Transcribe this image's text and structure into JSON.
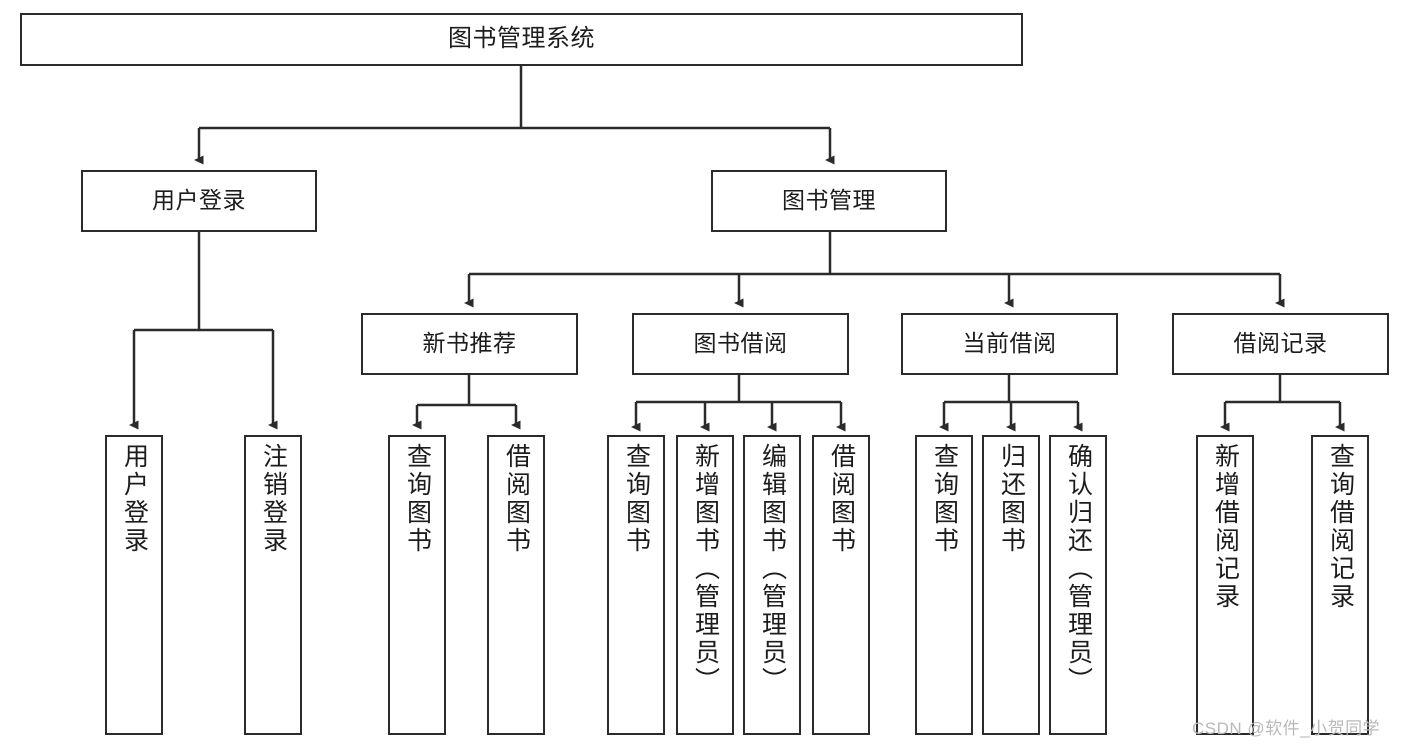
{
  "diagram": {
    "title": "图书管理系统",
    "type": "tree",
    "watermark": "CSDN @软件_小贺同学",
    "colors": {
      "stroke": "#2b2b2b",
      "fill": "#ffffff",
      "text": "#1c1c1c",
      "watermark": "#b9b9b9"
    },
    "nodes": {
      "root": {
        "label": "图书管理系统"
      },
      "level2": [
        {
          "label": "用户登录"
        },
        {
          "label": "图书管理"
        }
      ],
      "level3": [
        {
          "label": "新书推荐"
        },
        {
          "label": "图书借阅"
        },
        {
          "label": "当前借阅"
        },
        {
          "label": "借阅记录"
        }
      ],
      "leaves": {
        "user_login": [
          {
            "label": "用户登录"
          },
          {
            "label": "注销登录"
          }
        ],
        "new_book_recommend": [
          {
            "label": "查询图书"
          },
          {
            "label": "借阅图书"
          }
        ],
        "book_borrow": [
          {
            "label": "查询图书"
          },
          {
            "label": "新增图书（管理员）"
          },
          {
            "label": "编辑图书（管理员）"
          },
          {
            "label": "借阅图书"
          }
        ],
        "current_borrow": [
          {
            "label": "查询图书"
          },
          {
            "label": "归还图书"
          },
          {
            "label": "确认归还（管理员）"
          }
        ],
        "borrow_record": [
          {
            "label": "新增借阅记录"
          },
          {
            "label": "查询借阅记录"
          }
        ]
      }
    }
  }
}
